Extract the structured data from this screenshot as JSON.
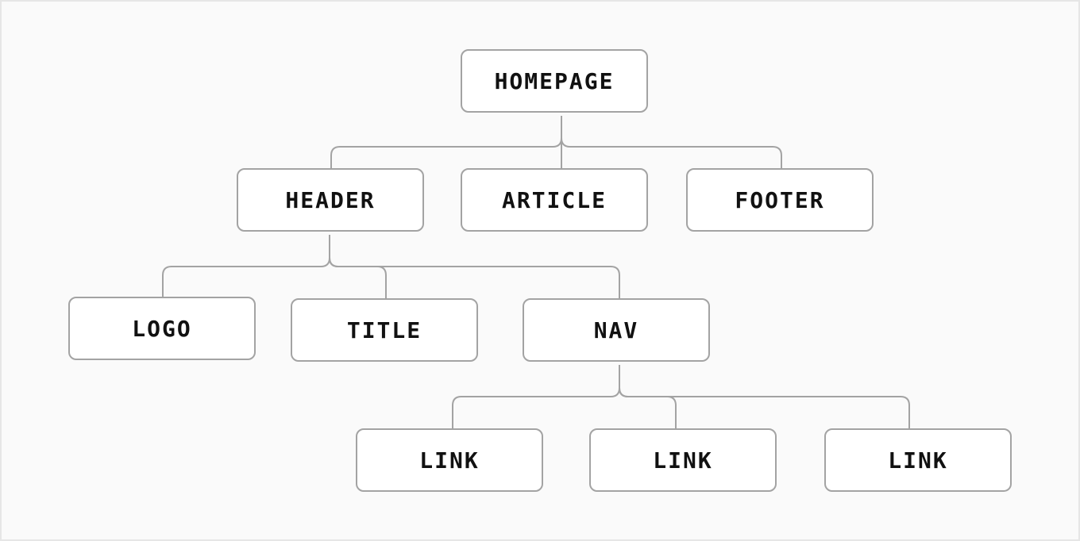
{
  "diagram": {
    "nodes": {
      "homepage": "HOMEPAGE",
      "header": "HEADER",
      "article": "ARTICLE",
      "footer": "FOOTER",
      "logo": "LOGO",
      "title": "TITLE",
      "nav": "NAV",
      "link_1": "LINK",
      "link_2": "LINK",
      "link_3": "LINK"
    },
    "edges": [
      [
        "homepage",
        "header"
      ],
      [
        "homepage",
        "article"
      ],
      [
        "homepage",
        "footer"
      ],
      [
        "header",
        "logo"
      ],
      [
        "header",
        "title"
      ],
      [
        "header",
        "nav"
      ],
      [
        "nav",
        "link_1"
      ],
      [
        "nav",
        "link_2"
      ],
      [
        "nav",
        "link_3"
      ]
    ]
  }
}
